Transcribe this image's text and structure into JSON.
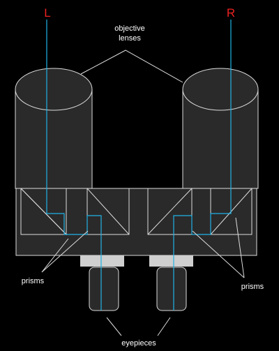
{
  "labels": {
    "left": "L",
    "right": "R",
    "objective_line1": "objective",
    "objective_line2": "lenses",
    "prisms_left": "prisms",
    "prisms_right": "prisms",
    "eyepieces": "eyepieces"
  },
  "colors": {
    "background": "#000000",
    "body_fill": "#2b2a2a",
    "outline": "#dcdcdc",
    "light_path": "#1fb3e6",
    "side_label": "#ee2222",
    "eyepiece_collar": "#cfcfcf"
  }
}
